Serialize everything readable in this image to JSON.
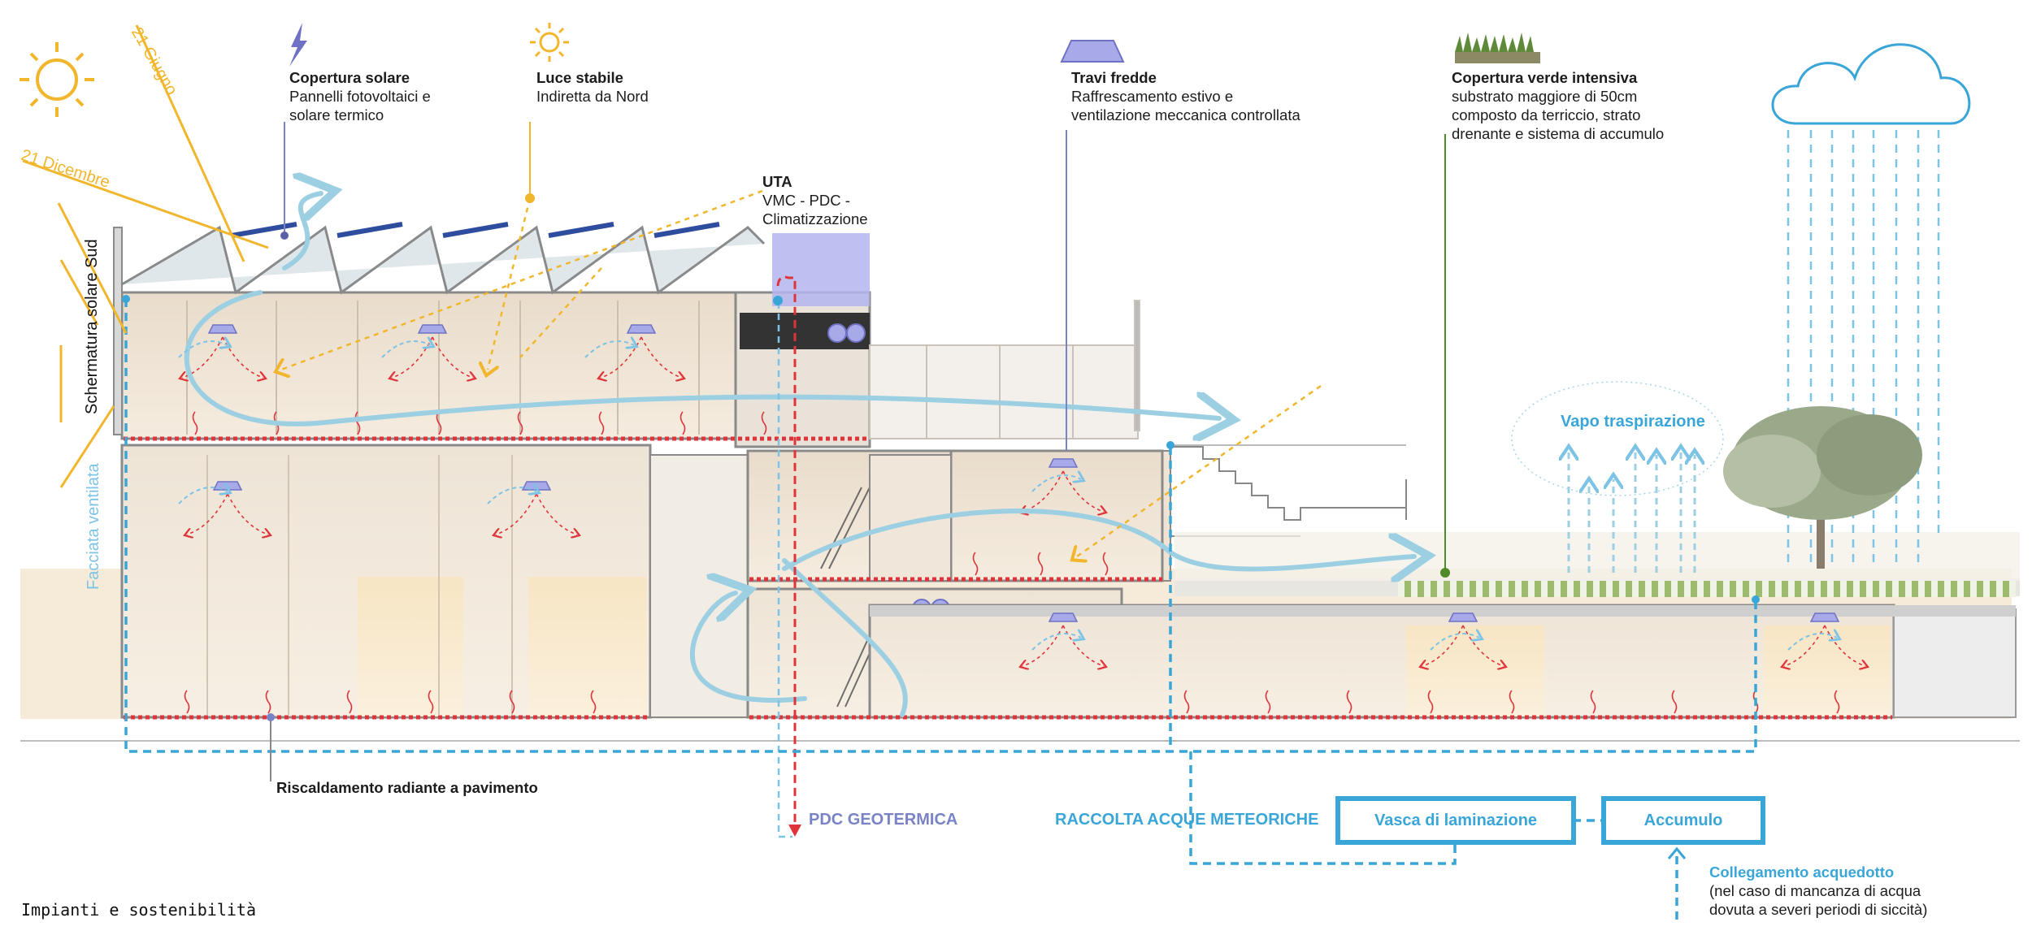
{
  "annotations": {
    "solar_cover": {
      "title": "Copertura solare",
      "line1": "Pannelli fotovoltaici e",
      "line2": "solare termico"
    },
    "stable_light": {
      "title": "Luce stabile",
      "line1": "Indiretta da Nord"
    },
    "uta": {
      "title": "UTA",
      "line1": "VMC - PDC -",
      "line2": "Climatizzazione"
    },
    "cold_beams": {
      "title": "Travi fredde",
      "line1": "Raffrescamento estivo e",
      "line2": "ventilazione meccanica controllata"
    },
    "green_roof": {
      "title": "Copertura verde intensiva",
      "line1": "substrato maggiore di 50cm",
      "line2": "composto da terriccio, strato",
      "line3": "drenante e sistema di accumulo"
    },
    "radiant_floor": {
      "title": "Riscaldamento radiante a pavimento"
    },
    "aqueduct": {
      "title": "Collegamento acquedotto",
      "line1": "(nel caso di mancanza di acqua",
      "line2": "dovuta a severi periodi di siccità)"
    }
  },
  "vertical_labels": {
    "june": "21 Giugno",
    "december": "21 Dicembre",
    "south_shading": "Schermatura solare Sud",
    "ventilated_facade": "Facciata ventilata"
  },
  "flow_labels": {
    "vapor": "Vapo traspirazione",
    "geothermal": "PDC GEOTERMICA",
    "rainwater": "RACCOLTA ACQUE METEORICHE",
    "lamination_tank": "Vasca di laminazione",
    "storage": "Accumulo"
  },
  "caption": "Impianti e sostenibilità",
  "colors": {
    "water_blue": "#3aa6d8",
    "air_blue": "#9ccfe2",
    "heat_red": "#e0343b",
    "sun_yellow": "#f1b62c",
    "uta_purple": "#a7a9e8",
    "structure_grey": "#8a8a8a",
    "green_line": "#4f8a2b"
  },
  "icons": [
    "sun-icon",
    "lightning-icon",
    "cold-beam-icon",
    "grass-icon",
    "cloud-icon",
    "tree-icon"
  ]
}
